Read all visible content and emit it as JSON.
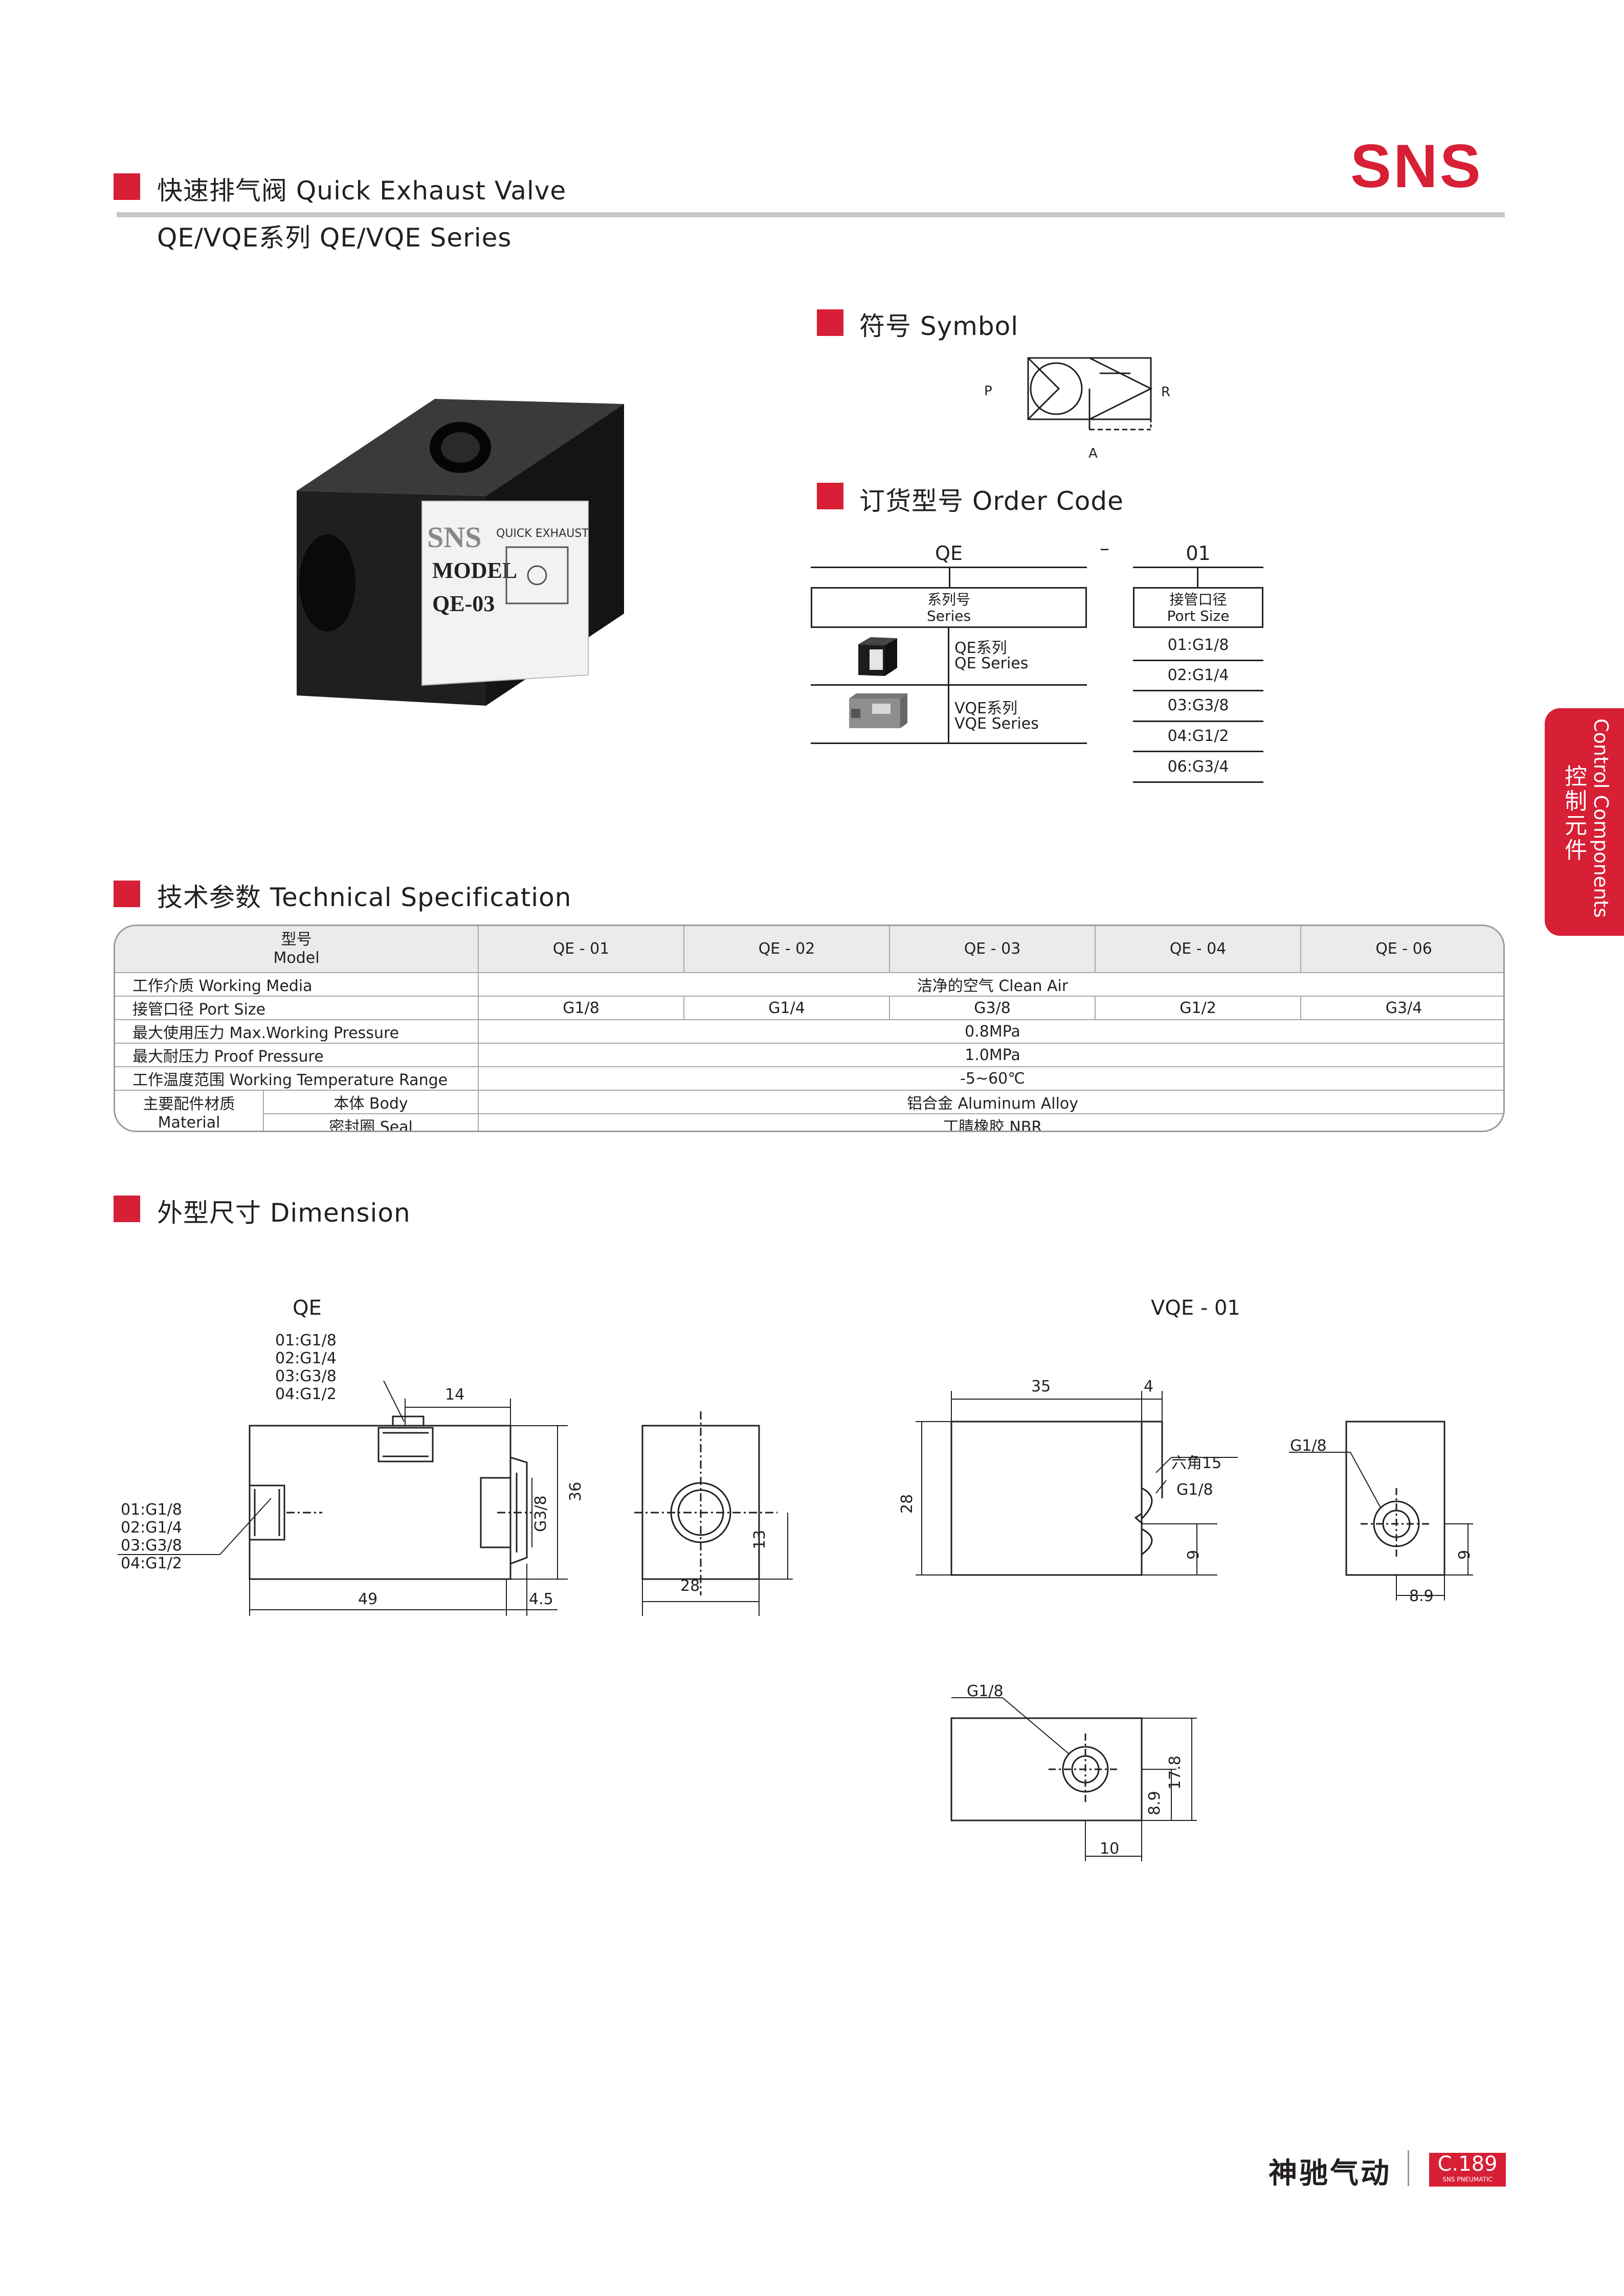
{
  "header": {
    "title": "快速排气阀 Quick Exhaust Valve",
    "subtitle": "QE/VQE系列 QE/VQE Series",
    "brand": "SNS"
  },
  "photo_label": {
    "brand": "SNS",
    "line1": "QUICK EXHAUST",
    "model": "MODEL",
    "model_no": "QE-03"
  },
  "symbol": {
    "heading": "符号 Symbol",
    "port_p": "P",
    "port_r": "R",
    "port_a": "A"
  },
  "order_code": {
    "heading": "订货型号 Order Code",
    "code_left": "QE",
    "dash": "–",
    "code_right": "01",
    "series_box_cn": "系列号",
    "series_box_en": "Series",
    "series": [
      {
        "cn": "QE系列",
        "en": "QE Series"
      },
      {
        "cn": "VQE系列",
        "en": "VQE Series"
      }
    ],
    "port_box_cn": "接管口径",
    "port_box_en": "Port Size",
    "ports": [
      "01:G1/8",
      "02:G1/4",
      "03:G3/8",
      "04:G1/2",
      "06:G3/4"
    ]
  },
  "side_tab": {
    "en": "Control Components",
    "cn": "控制元件"
  },
  "spec": {
    "heading": "技术参数 Technical Specification",
    "model_cn": "型号",
    "model_en": "Model",
    "models": [
      "QE - 01",
      "QE - 02",
      "QE - 03",
      "QE - 04",
      "QE - 06"
    ],
    "rows": {
      "media_label": "工作介质 Working Media",
      "media_value": "洁净的空气 Clean Air",
      "port_label": "接管口径 Port Size",
      "port_values": [
        "G1/8",
        "G1/4",
        "G3/8",
        "G1/2",
        "G3/4"
      ],
      "pressure_label": "最大使用压力 Max.Working Pressure",
      "pressure_value": "0.8MPa",
      "proof_label": "最大耐压力 Proof Pressure",
      "proof_value": "1.0MPa",
      "temp_label": "工作温度范围 Working Temperature Range",
      "temp_value": "-5~60℃",
      "material_cn": "主要配件材质",
      "material_en": "Material",
      "body_label": "本体 Body",
      "body_value": "铝合金 Aluminum Alloy",
      "seal_label": "密封圈 Seal",
      "seal_value": "丁腈橡胶 NBR"
    }
  },
  "dimension": {
    "heading": "外型尺寸 Dimension",
    "qe_title": "QE",
    "vqe_title": "VQE - 01",
    "qe_ports_top": [
      "01:G1/8",
      "02:G1/4",
      "03:G3/8",
      "04:G1/2"
    ],
    "qe_ports_left": [
      "01:G1/8",
      "02:G1/4",
      "03:G3/8",
      "04:G1/2"
    ],
    "qe_dims": {
      "d14": "14",
      "d49": "49",
      "d4_5": "4.5",
      "d36": "36",
      "dG3_8": "G3/8",
      "d28": "28",
      "d13": "13"
    },
    "vqe_dims": {
      "d35": "35",
      "d4": "4",
      "hex": "六角15",
      "g18a": "G1/8",
      "d28": "28",
      "d9": "9",
      "g18b": "G1/8",
      "d9b": "9",
      "d8_9": "8.9",
      "g18c": "G1/8",
      "d17_8": "17.8",
      "d8_9b": "8.9",
      "d10": "10"
    }
  },
  "footer": {
    "company": "神驰气动",
    "page": "C.189",
    "sub": "SNS PNEUMATIC"
  }
}
